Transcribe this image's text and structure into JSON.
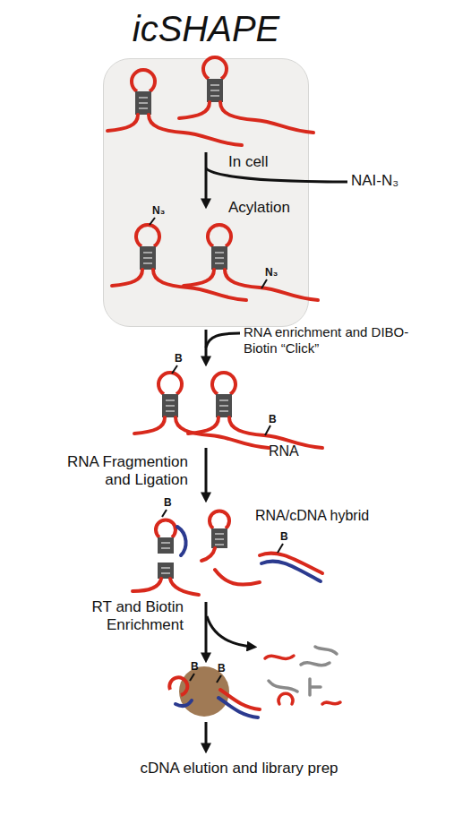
{
  "diagram": {
    "title": "icSHAPE",
    "nodes": [
      {
        "text": [
          "In cell",
          "Acylation"
        ]
      }
    ],
    "labels": [
      "NAI-N₃",
      "N₃",
      "N₃",
      "RNA enrichment and DIBO-Biotin “Click”",
      "B",
      "B",
      "RNA",
      "RNA Fragmention and Ligation",
      "RNA/cDNA hybrid",
      "B",
      "B",
      "RT and Biotin Enrichment",
      "B",
      "B",
      "cDNA elution and library prep"
    ]
  }
}
